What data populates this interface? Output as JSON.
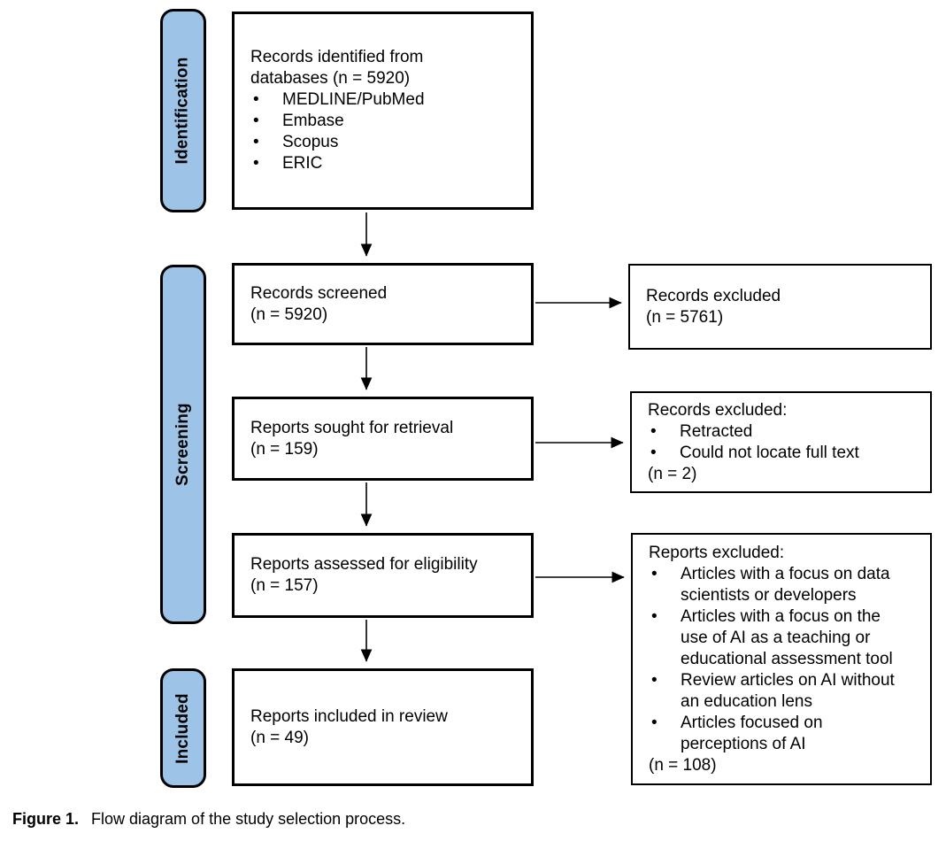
{
  "stages": {
    "identification": "Identification",
    "screening": "Screening",
    "included": "Included"
  },
  "flow": {
    "records_identified": {
      "lines": [
        "Records identified from",
        "databases (n = 5920)"
      ],
      "bullets": [
        "MEDLINE/PubMed",
        "Embase",
        "Scopus",
        "ERIC"
      ]
    },
    "records_screened": {
      "lines": [
        "Records screened",
        "(n = 5920)"
      ]
    },
    "reports_sought": {
      "lines": [
        "Reports sought for retrieval",
        "(n = 159)"
      ]
    },
    "reports_assessed": {
      "lines": [
        "Reports assessed for eligibility",
        "(n = 157)"
      ]
    },
    "reports_included": {
      "lines": [
        "Reports included in review",
        "(n = 49)"
      ]
    },
    "records_excluded_screening": {
      "lines": [
        "Records excluded",
        "(n = 5761)"
      ]
    },
    "records_excluded_retrieval": {
      "title": "Records excluded:",
      "bullets": [
        "Retracted",
        "Could not locate full text"
      ],
      "count": "(n = 2)"
    },
    "reports_excluded_eligibility": {
      "title": "Reports excluded:",
      "bullets": [
        "Articles with a focus on data scientists or developers",
        "Articles with a focus on the use of AI as a teaching or educational assessment tool",
        "Review articles on AI without an education lens",
        "Articles focused on perceptions of AI"
      ],
      "count": "(n = 108)"
    }
  },
  "caption": {
    "label": "Figure 1.",
    "text": "Flow diagram of the study selection process."
  },
  "colors": {
    "stage_fill": "#9DC3E6",
    "border": "#000000",
    "text": "#000000",
    "background": "#FFFFFF"
  }
}
